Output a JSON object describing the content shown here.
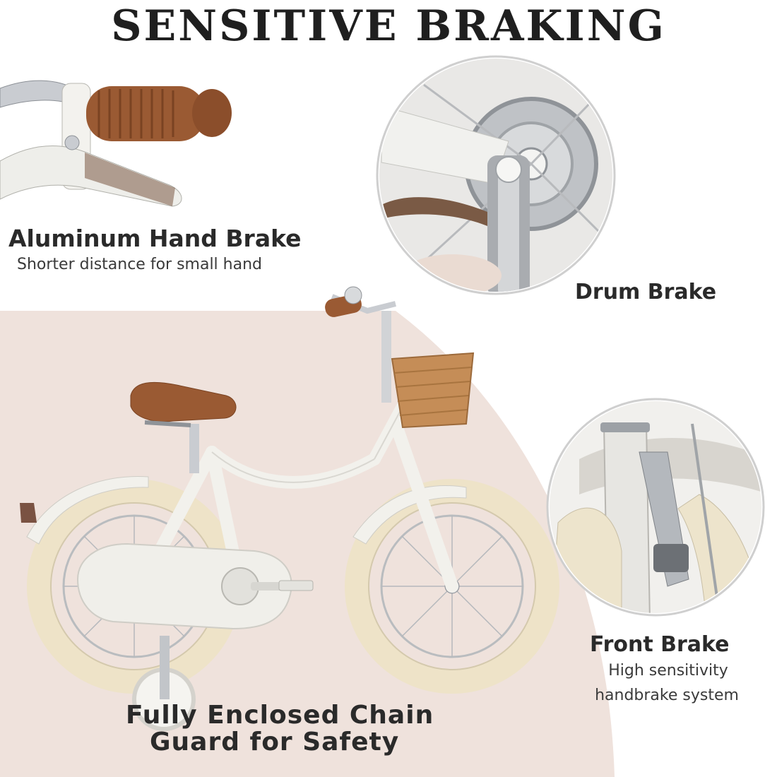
{
  "title": "SENSITIVE BRAKING",
  "features": {
    "hand_brake": {
      "title": "Aluminum Hand Brake",
      "subtitle": "Shorter distance for small hand"
    },
    "drum_brake": {
      "title": "Drum Brake"
    },
    "front_brake": {
      "title": "Front Brake",
      "subtitle_line1": "High sensitivity",
      "subtitle_line2": "handbrake system"
    },
    "chain_guard": {
      "line1": "Fully Enclosed Chain",
      "line2": "Guard for Safety"
    }
  },
  "colors": {
    "background_blush": "#efe2dc",
    "frame_white": "#f2f1ec",
    "tire_cream": "#eee3c8",
    "saddle_brown": "#9a5a33",
    "basket_wicker": "#c58d57"
  }
}
